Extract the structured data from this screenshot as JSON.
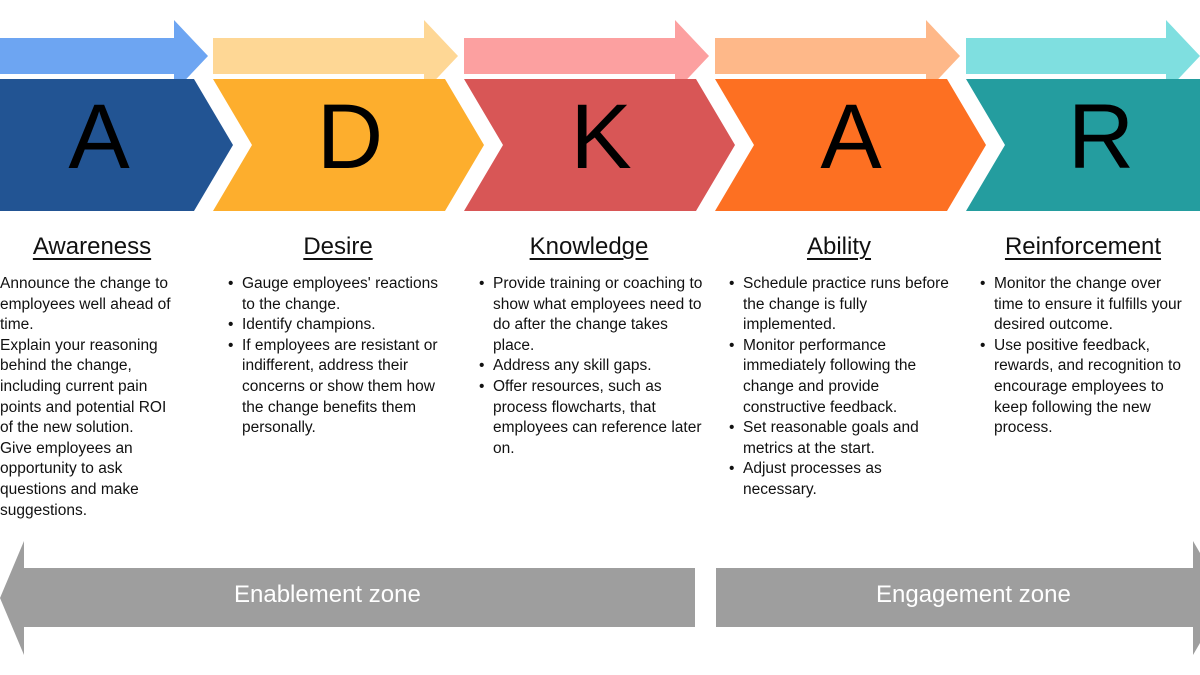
{
  "stages": [
    {
      "letter": "A",
      "title": "Awareness",
      "color_main": "#225493",
      "color_top": "#6da5f2",
      "bullets": [
        "Announce the change to employees well ahead of time.",
        "Explain your reasoning behind the change, including current pain points and potential ROI of the new solution.",
        "Give employees an opportunity to ask questions and make suggestions."
      ]
    },
    {
      "letter": "D",
      "title": "Desire",
      "color_main": "#fdae2d",
      "color_top": "#fed795",
      "bullets": [
        "Gauge employees' reactions to the change.",
        "Identify champions.",
        "If employees are resistant or indifferent, address their concerns or show them how the change benefits them personally."
      ]
    },
    {
      "letter": "K",
      "title": "Knowledge",
      "color_main": "#d85656",
      "color_top": "#fca0a0",
      "bullets": [
        "Provide training or coaching to show what employees need to do after the change takes place.",
        "Address any skill gaps.",
        "Offer resources, such as process flowcharts, that employees can reference later on."
      ]
    },
    {
      "letter": "A",
      "title": "Ability",
      "color_main": "#fd7022",
      "color_top": "#feb889",
      "bullets": [
        "Schedule practice runs before the change is fully implemented.",
        "Monitor performance immediately following the change and provide constructive feedback.",
        "Set reasonable goals and metrics at the start.",
        "Adjust processes as necessary."
      ]
    },
    {
      "letter": "R",
      "title": "Reinforcement",
      "color_main": "#249d9f",
      "color_top": "#7fdfe0",
      "bullets": [
        "Monitor the change over time to ensure it fulfills your desired outcome.",
        "Use positive feedback, rewards, and recognition to encourage employees to keep following the new process."
      ]
    }
  ],
  "zones": [
    {
      "label": "Enablement zone",
      "direction": "left",
      "color": "#9e9e9e"
    },
    {
      "label": "Engagement zone",
      "direction": "right",
      "color": "#9e9e9e"
    }
  ]
}
